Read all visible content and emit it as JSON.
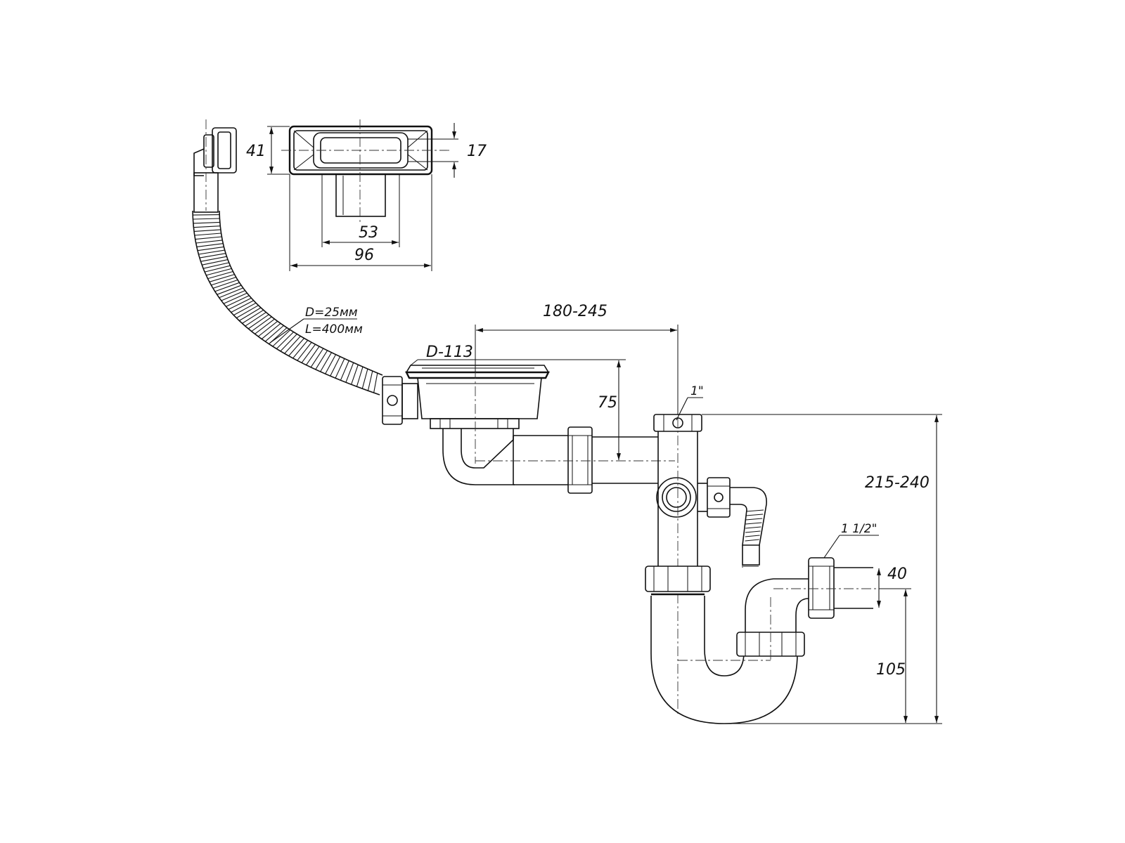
{
  "dimensions": {
    "overflow_height": "41",
    "slot_height": "17",
    "outlet_width": "53",
    "overflow_width": "96",
    "hose_diameter": "D=25мм",
    "hose_length": "L=400мм",
    "centre_distance": "180-245",
    "strainer_diameter": "D-113",
    "strainer_depth": "75",
    "side_inlet_thread": "1\"",
    "total_height": "215-240",
    "outlet_thread": "1 1/2\"",
    "outlet_diameter": "40",
    "outlet_height": "105"
  }
}
